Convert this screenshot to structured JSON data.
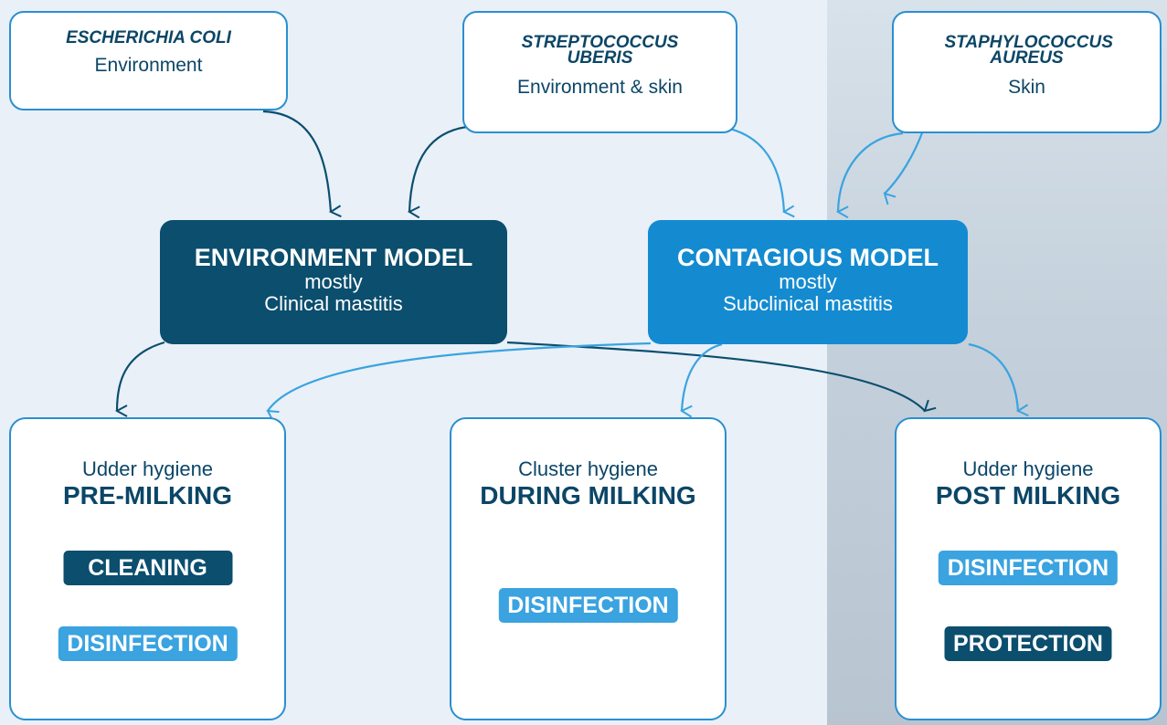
{
  "colors": {
    "dark_blue": "#0b4e6e",
    "mid_blue": "#148bd0",
    "light_blue": "#3aa3e0",
    "border_blue": "#2a8fd0",
    "background": "#e9f0f8",
    "text_dark": "#0b4667"
  },
  "sources": [
    {
      "name": "Escherichia coli",
      "origin": "Environment"
    },
    {
      "name": "Streptococcus uberis",
      "origin": "Environment & skin"
    },
    {
      "name": "Staphylococcus aureus",
      "origin": "Skin"
    }
  ],
  "models": [
    {
      "title": "ENVIRONMENT MODEL",
      "line1": "mostly",
      "line2": "Clinical mastitis"
    },
    {
      "title": "CONTAGIOUS MODEL",
      "line1": "mostly",
      "line2": "Subclinical mastitis"
    }
  ],
  "actions": [
    {
      "hygiene": "Udder hygiene",
      "phase": "PRE-MILKING",
      "tags": [
        "CLEANING",
        "DISINFECTION"
      ]
    },
    {
      "hygiene": "Cluster hygiene",
      "phase": "DURING MILKING",
      "tags": [
        "DISINFECTION"
      ]
    },
    {
      "hygiene": "Udder hygiene",
      "phase": "POST MILKING",
      "tags": [
        "DISINFECTION",
        "PROTECTION"
      ]
    }
  ]
}
